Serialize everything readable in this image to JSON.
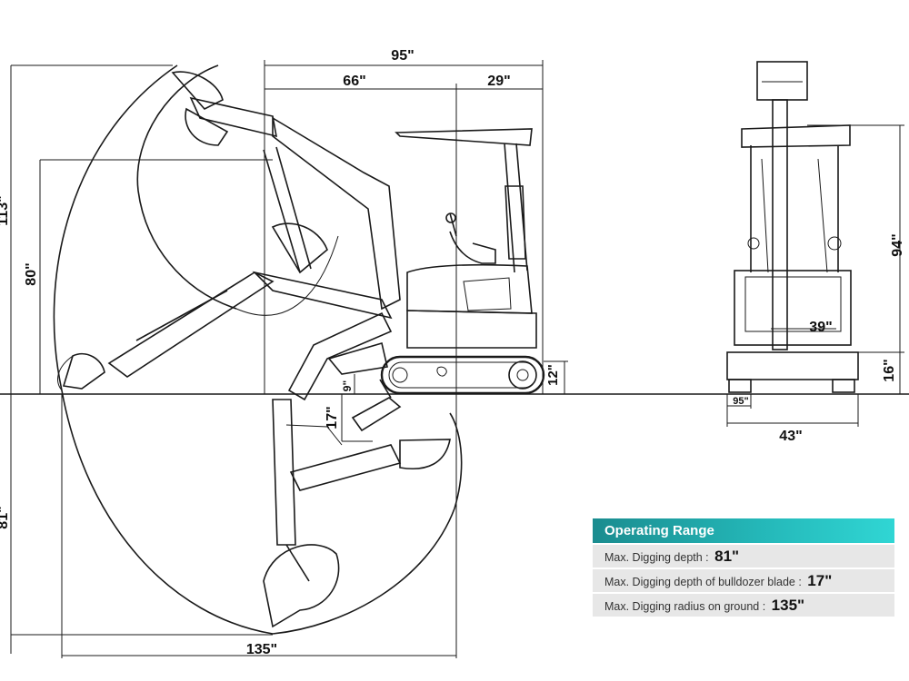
{
  "dimensions": {
    "overall_length": "95\"",
    "front_section": "66\"",
    "rear_section": "29\"",
    "max_height": "113\"",
    "dump_height": "80\"",
    "dig_depth_left": "81\"",
    "track_height": "12\"",
    "blade_lift": "9\"",
    "blade_depth": "17\"",
    "radius_bottom": "135\"",
    "overall_height": "94\"",
    "track_gauge": "39\"",
    "blade_height": "16\"",
    "track_shoe": "95\"",
    "overall_width": "43\""
  },
  "operating_range": {
    "title": "Operating Range",
    "rows": [
      {
        "label": "Max. Digging depth :",
        "value": "81\""
      },
      {
        "label": "Max. Digging depth of bulldozer blade :",
        "value": "17\""
      },
      {
        "label": "Max. Digging radius on ground :",
        "value": "135\""
      }
    ]
  }
}
